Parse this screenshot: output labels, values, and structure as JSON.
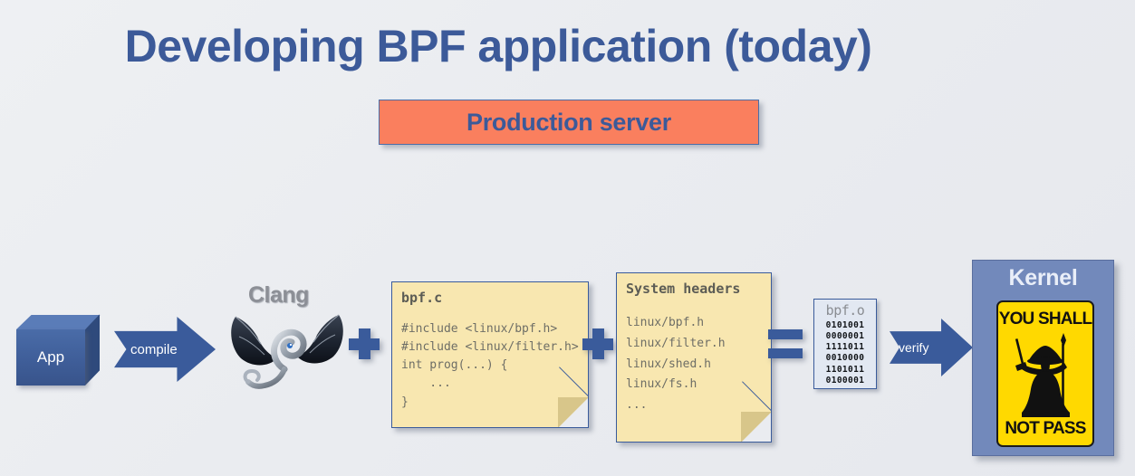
{
  "slide": {
    "title": "Developing BPF application (today)",
    "banner_label": "Production server",
    "background_color": "#eaecf0",
    "accent_blue": "#3c5a99",
    "banner_color": "#fa7f5e"
  },
  "pipeline": {
    "app": {
      "label": "App"
    },
    "compile_arrow": {
      "label": "compile"
    },
    "clang": {
      "label": "Clang"
    },
    "operator_plus_1": {
      "symbol": "+"
    },
    "operator_plus_2": {
      "symbol": "+"
    },
    "operator_equals": {
      "symbol": "="
    },
    "verify_arrow": {
      "label": "verify"
    }
  },
  "note_source": {
    "title": "bpf.c",
    "body": "#include <linux/bpf.h>\n#include <linux/filter.h>\nint prog(...) {\n    ...\n}"
  },
  "note_headers": {
    "title": "System headers",
    "body": "linux/bpf.h\nlinux/filter.h\nlinux/shed.h\nlinux/fs.h\n..."
  },
  "object_file": {
    "title": "bpf.o",
    "bits": "0101001\n0000001\n1111011\n0010000\n1101011\n0100001"
  },
  "kernel": {
    "title": "Kernel",
    "sign_top": "YOU SHALL",
    "sign_bottom": "NOT PASS",
    "sign_color": "#ffd900"
  }
}
